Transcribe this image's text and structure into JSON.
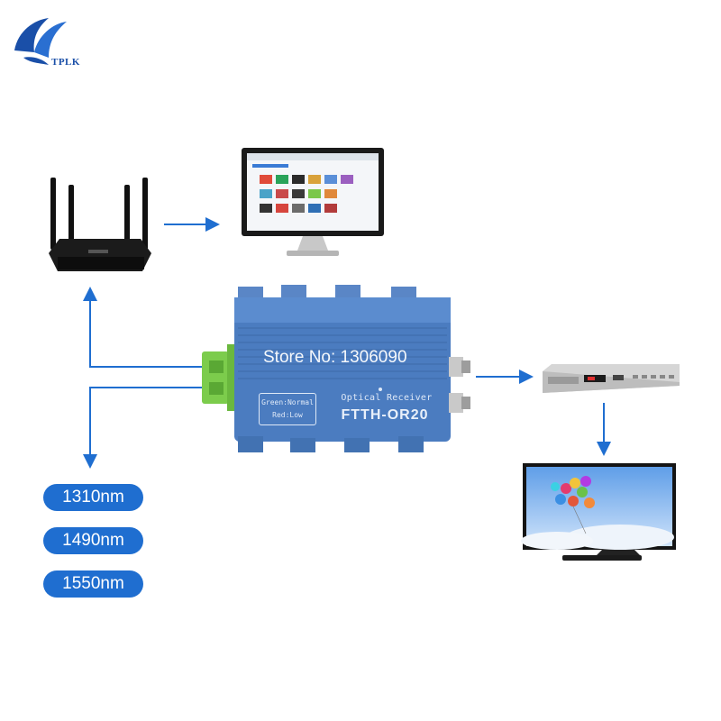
{
  "brand": {
    "name": "TPLK"
  },
  "watermark": "Store No: 1306090",
  "receiver": {
    "title": "Optical Receiver",
    "model": "FTTH-OR20",
    "status_line1": "Green:Normal",
    "status_line2": "Red:Low"
  },
  "wavelengths": [
    "1310nm",
    "1490nm",
    "1550nm"
  ],
  "colors": {
    "arrow": "#1f6ed0",
    "pill": "#1f6ed0",
    "receiver_body": "#4a7bbf",
    "connector": "#78c84a",
    "brand": "#1a4fa8"
  },
  "icons": [
    "logo-icon",
    "wifi-router-icon",
    "computer-monitor-icon",
    "dvd-player-icon",
    "television-icon",
    "optical-receiver-icon"
  ]
}
